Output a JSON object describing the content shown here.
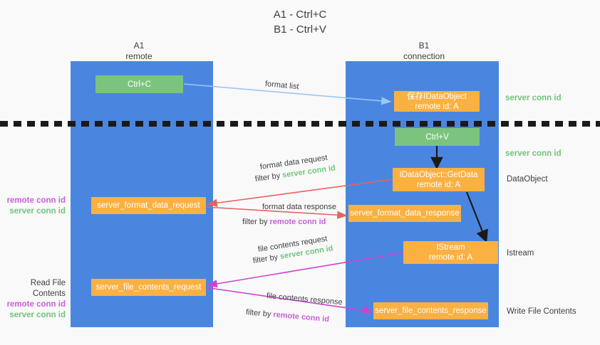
{
  "title": {
    "line1": "A1 - Ctrl+C",
    "line2": "B1 - Ctrl+V"
  },
  "columns": [
    {
      "name": "A1",
      "sub": "remote"
    },
    {
      "name": "B1",
      "sub": "connection"
    }
  ],
  "colors": {
    "lane": "#4a86e0",
    "green_box": "#7bc47f",
    "orange_box": "#fbb042",
    "server_conn_id": "#6fc47a",
    "remote_conn_id": "#c760d8",
    "arrow_blue": "#9cc6f0",
    "arrow_red": "#e8615f",
    "arrow_magenta": "#cc44cc",
    "arrow_black": "#1a1a1a",
    "background": "#f9f9f9",
    "text": "#3c4043"
  },
  "boxes": {
    "ctrl_c": "Ctrl+C",
    "ctrl_v": "Ctrl+V",
    "save_idataobject": {
      "line1": "保存IDataObject",
      "line2": "remote id: A"
    },
    "getdata": {
      "line1": "IDataObject::GetData",
      "line2": "remote id: A"
    },
    "istream": {
      "line1": "IStream",
      "line2": "remote id: A"
    },
    "server_format_data_request": "server_format_data_request",
    "server_format_data_response": "server_format_data_response",
    "server_file_contents_request": "server_file_contents_request",
    "server_file_contents_response": "server_file_contents_response"
  },
  "arrow_labels": {
    "format_list": "format list",
    "format_data_request": "format data request",
    "format_data_request_filter_prefix": "filter by ",
    "format_data_request_filter_value": "server conn id",
    "format_data_response": "format data response",
    "format_data_response_filter_prefix": "filter by ",
    "format_data_response_filter_value": "remote conn id",
    "file_contents_request": "file contents request",
    "file_contents_request_filter_prefix": "filter by ",
    "file_contents_request_filter_value": "server conn id",
    "file_contents_response": "file contents response",
    "file_contents_response_filter_prefix": "filter by ",
    "file_contents_response_filter_value": "remote conn id"
  },
  "left_labels": {
    "format_remote_conn_id": "remote conn id",
    "format_server_conn_id": "server conn id",
    "read_file_contents": "Read File Contents",
    "file_remote_conn_id": "remote conn id",
    "file_server_conn_id": "server conn id"
  },
  "right_labels": {
    "server_conn_id_top": "server conn id",
    "server_conn_id_second": "server conn id",
    "data_object": "DataObject",
    "istream": "Istream",
    "write_file_contents": "Write File Contents"
  }
}
